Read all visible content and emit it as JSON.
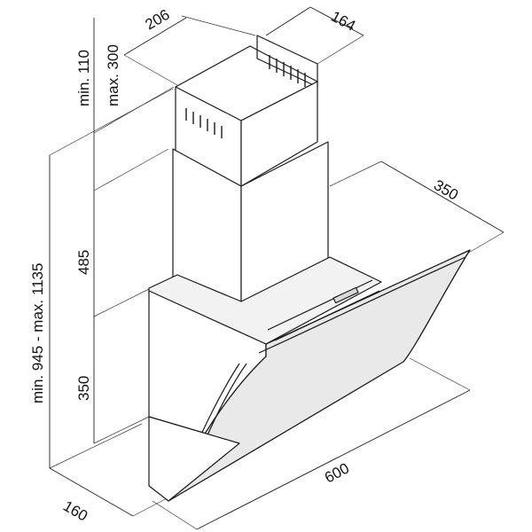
{
  "dimensions": {
    "chimney_top_width": "206",
    "chimney_top_depth": "164",
    "chimney_gap_min": "min. 110",
    "chimney_gap_max": "max. 300",
    "chimney_height": "485",
    "body_height": "350",
    "total_height": "min. 945 - max. 1135",
    "depth": "350",
    "width": "600",
    "base_depth": "160"
  }
}
